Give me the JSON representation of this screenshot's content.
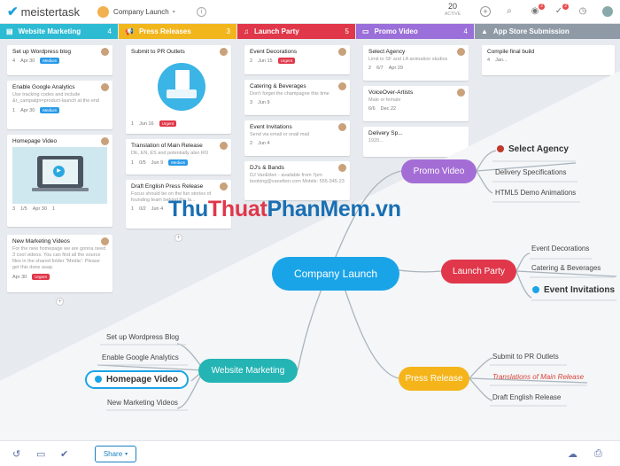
{
  "topbar": {
    "app_name": "meistertask",
    "project": "Company Launch",
    "active_count": "20",
    "active_label": "ACTIVE",
    "notif_badge_1": "2",
    "notif_badge_2": "2"
  },
  "columns": [
    {
      "title": "Website Marketing",
      "count": "4",
      "color": "#2dbbd3"
    },
    {
      "title": "Press Releases",
      "count": "3",
      "color": "#f2b61d"
    },
    {
      "title": "Launch Party",
      "count": "5",
      "color": "#e0374a"
    },
    {
      "title": "Promo Video",
      "count": "4",
      "color": "#9b6fd9"
    },
    {
      "title": "App Store Submission",
      "count": "",
      "color": "#8f9aa6"
    }
  ],
  "cards": {
    "wm1": {
      "title": "Set up Wordpress blog",
      "m1": "4",
      "m2": "Apr 30",
      "tag": "Medium"
    },
    "wm2": {
      "title": "Enable Google Analytics",
      "desc": "Use tracking codes and include &r_campaign=product-launch at the end",
      "m1": "1",
      "m2": "Apr 30",
      "tag": "Medium"
    },
    "wm3": {
      "title": "Homepage Video",
      "m1": "3",
      "m2": "1/5",
      "m3": "Apr 30",
      "m4": "1"
    },
    "wm4": {
      "title": "New Marketing Videos",
      "desc": "For the new homepage we are gonna need 3 cool videos. You can find all the source files in the shared folder \"Media\". Please get this done asap.",
      "m1": "Apr 30",
      "tag": "Urgent"
    },
    "pr1": {
      "title": "Submit to PR Outlets",
      "m1": "1",
      "m2": "Jun 16",
      "tag": "Urgent"
    },
    "pr2": {
      "title": "Translation of Main Release",
      "desc": "DE, EN, ES and potentially also RO",
      "m1": "1",
      "m2": "0/5",
      "m3": "Jun 9",
      "tag": "Medium"
    },
    "pr3": {
      "title": "Draft English Press Release",
      "desc": "Focus should be on the fun stories of founding team behind the la...",
      "m1": "1",
      "m2": "0/2",
      "m3": "Jun 4"
    },
    "lp1": {
      "title": "Event Decorations",
      "m1": "2",
      "m2": "Jun 15",
      "tag": "Urgent"
    },
    "lp2": {
      "title": "Catering & Beverages",
      "desc": "Don't forget the champagne this time",
      "m1": "3",
      "m2": "Jun 9"
    },
    "lp3": {
      "title": "Event Invitations",
      "desc": "Send via email or snail mail",
      "m1": "2",
      "m2": "Jun 4"
    },
    "lp4": {
      "title": "DJ's & Bands",
      "desc": "DJ VanEtten - available from 7pm booking@vanetten.com Mobile: 555-345-23"
    },
    "pv1": {
      "title": "Select Agency",
      "desc": "Limit to SF and LA animation studios",
      "m1": "2",
      "m2": "6/7",
      "m3": "Apr 29"
    },
    "pv2": {
      "title": "VoiceOver-Artists",
      "desc": "Male or female",
      "m1": "6/6",
      "m2": "Dec 22"
    },
    "pv3": {
      "title": "Delivery Sp...",
      "desc": "1920..."
    },
    "as1": {
      "title": "Compile final build",
      "m1": "4",
      "m2": "Jan..."
    }
  },
  "mindmap": {
    "center": "Company Launch",
    "promo_video": "Promo Video",
    "launch_party": "Launch Party",
    "website_marketing": "Website Marketing",
    "press_release": "Press Release",
    "pv_leaves": [
      "Select Agency",
      "Delivery Specifications",
      "HTML5 Demo Animations"
    ],
    "lp_leaves": [
      "Event Decorations",
      "Catering & Beverages",
      "Event Invitations"
    ],
    "wm_leaves": [
      "Set up Wordpress Blog",
      "Enable Google Analytics",
      "Homepage Video",
      "New Marketing Videos"
    ],
    "pr_leaves": [
      "Submit to PR Outlets",
      "Translations of Main Release",
      "Draft English Release"
    ]
  },
  "watermark": {
    "part1": "Thu",
    "part2": "Thuat",
    "part3": "PhanMem",
    "part4": ".vn"
  },
  "bottombar": {
    "share_label": "Share"
  },
  "colors": {
    "blue_node": "#1aa4e8",
    "purple_node": "#a46dd6",
    "red_node": "#e0374a",
    "teal_node": "#25b4b4",
    "yellow_node": "#f4b41a"
  }
}
